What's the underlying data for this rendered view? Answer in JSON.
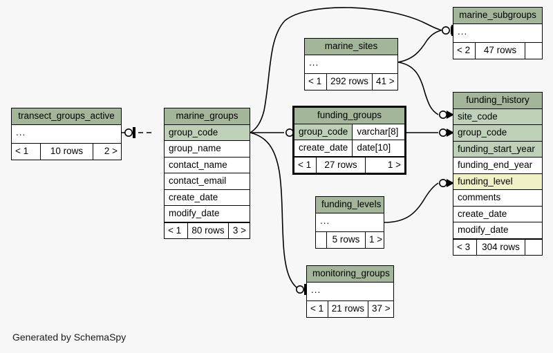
{
  "diagram": {
    "caption": "Generated by SchemaSpy",
    "background": "#f7f7f7",
    "colors": {
      "header": "#a3b69a",
      "primary_key": "#bed1b8",
      "indexed": "#f1f1c8",
      "plain": "#ffffff",
      "border": "#000000"
    }
  },
  "tables": {
    "transect_groups_active": {
      "title": "transect_groups_active",
      "ellipsis": "...",
      "footer": {
        "left": "< 1",
        "middle": "10 rows",
        "right": "2 >"
      }
    },
    "marine_groups": {
      "title": "marine_groups",
      "columns": [
        {
          "name": "group_code",
          "style": "pk"
        },
        {
          "name": "group_name",
          "style": "plain"
        },
        {
          "name": "contact_name",
          "style": "plain"
        },
        {
          "name": "contact_email",
          "style": "plain"
        },
        {
          "name": "create_date",
          "style": "plain"
        },
        {
          "name": "modify_date",
          "style": "plain"
        }
      ],
      "footer": {
        "left": "< 1",
        "middle": "80 rows",
        "right": "3 >"
      }
    },
    "marine_sites": {
      "title": "marine_sites",
      "ellipsis": "...",
      "footer": {
        "left": "< 1",
        "middle": "292 rows",
        "right": "41 >"
      }
    },
    "marine_subgroups": {
      "title": "marine_subgroups",
      "ellipsis": "...",
      "footer": {
        "left": "< 2",
        "middle": "47 rows",
        "right": ""
      }
    },
    "funding_groups": {
      "title": "funding_groups",
      "focal": true,
      "columns": [
        {
          "name": "group_code",
          "type": "varchar[8]",
          "style": "pk"
        },
        {
          "name": "create_date",
          "type": "date[10]",
          "style": "plain"
        }
      ],
      "footer": {
        "left": "< 1",
        "middle": "27 rows",
        "right": "1 >"
      }
    },
    "funding_levels": {
      "title": "funding_levels",
      "ellipsis": "...",
      "footer": {
        "left": "",
        "middle": "5 rows",
        "right": "1 >"
      }
    },
    "funding_history": {
      "title": "funding_history",
      "columns": [
        {
          "name": "site_code",
          "style": "pk"
        },
        {
          "name": "group_code",
          "style": "pk"
        },
        {
          "name": "funding_start_year",
          "style": "pk"
        },
        {
          "name": "funding_end_year",
          "style": "plain"
        },
        {
          "name": "funding_level",
          "style": "idx"
        },
        {
          "name": "comments",
          "style": "plain"
        },
        {
          "name": "create_date",
          "style": "plain"
        },
        {
          "name": "modify_date",
          "style": "plain"
        }
      ],
      "footer": {
        "left": "< 3",
        "middle": "304 rows",
        "right": ""
      }
    },
    "monitoring_groups": {
      "title": "monitoring_groups",
      "ellipsis": "...",
      "footer": {
        "left": "< 1",
        "middle": "21 rows",
        "right": "37 >"
      }
    }
  },
  "relationships": [
    {
      "from": "transect_groups_active",
      "to": "marine_groups.group_code",
      "style": "dashed"
    },
    {
      "from": "marine_groups.group_code",
      "to": "marine_subgroups",
      "style": "solid"
    },
    {
      "from": "marine_groups.group_code",
      "to": "funding_groups.group_code",
      "style": "solid"
    },
    {
      "from": "marine_groups.group_code",
      "to": "monitoring_groups",
      "style": "solid"
    },
    {
      "from": "marine_sites",
      "to": "marine_subgroups",
      "style": "solid"
    },
    {
      "from": "marine_sites",
      "to": "funding_history.site_code",
      "style": "solid"
    },
    {
      "from": "funding_groups.group_code",
      "to": "funding_history.group_code",
      "style": "solid"
    },
    {
      "from": "funding_levels",
      "to": "funding_history.funding_level",
      "style": "solid"
    }
  ]
}
